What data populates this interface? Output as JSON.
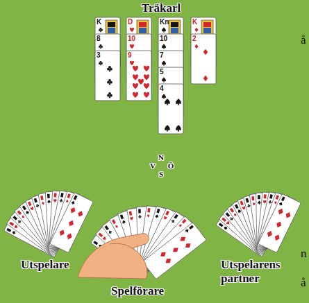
{
  "diagram": {
    "labels": [
      "Träkarl",
      "K",
      "8",
      "3",
      "D",
      "10",
      "9",
      "Kn",
      "10",
      "7",
      "5",
      "4",
      "K",
      "2",
      "N",
      "V",
      "Ö",
      "S",
      "Utspelare",
      "Utspelarens partner",
      "Spelförare",
      "å",
      "n",
      "å"
    ]
  }
}
